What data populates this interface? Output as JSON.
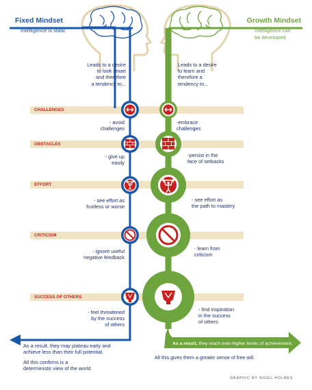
{
  "fixed": {
    "title": "Fixed Mindset",
    "subtitle": "Intelligence is static",
    "desire": "Leads to a desire\nto look smart\nand therefore\na tendency to...",
    "responses": [
      "- avoid\nchallenges",
      "- give up\neasily",
      "- see effort as\nfruitless or worse",
      "- ignore useful\nnegative feedback",
      "- feel threatened\nby the success\nof others"
    ],
    "result": "As a result, they may plateau early and\nachieve less than their full potential.",
    "conclusion": "All this confirms is a\ndeterministic view of the world"
  },
  "growth": {
    "title": "Growth Mindset",
    "subtitle": "Intelligence can\nbe developed",
    "desire": "Leads to a desire\nto learn and\ntherefore a\ntendency to...",
    "responses": [
      "-embrace\nchallenges",
      "-persist in the\nface of setbacks",
      "- see effort as\nthe path to mastery",
      "- learn from\ncriticism",
      "- find inspiration\nin the success\nof others"
    ],
    "result_bold": "As a result,",
    "result": " they reach ever-higher levels of achievement.",
    "conclusion": "All this gives them a greater sense of free will."
  },
  "stages": [
    "CHALLENGES",
    "OBSTACLES",
    "EFFORT",
    "CRITICISM",
    "SUCCESS OF OTHERS"
  ],
  "icons": [
    "crossed-arrows-icon",
    "brick-wall-icon",
    "weightlifter-icon",
    "no-entry-icon",
    "trophy-icon"
  ],
  "credit": "GRAPHIC BY NIGEL HOLMES",
  "colors": {
    "fixed_blue": "#1b57a8",
    "growth_green": "#6ea43d",
    "stage_red": "#c8201e",
    "bar_tan": "#efe3c4"
  }
}
